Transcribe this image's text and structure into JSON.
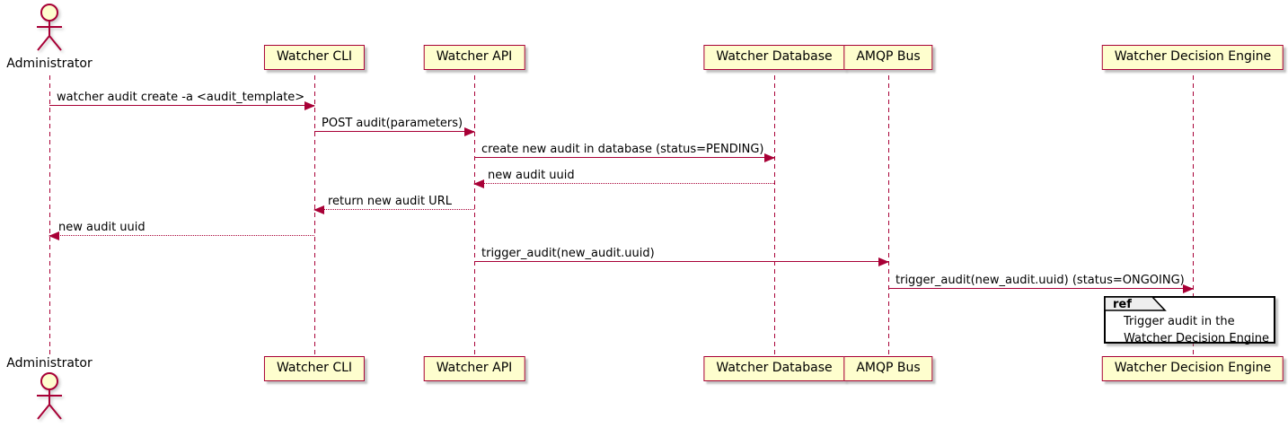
{
  "diagram_type": "uml-sequence",
  "colors": {
    "background": "#FFFFFF",
    "participant_fill": "#FEFECE",
    "stroke": "#A80036",
    "text": "#000000",
    "ref_border": "#000000",
    "ref_fill": "#FFFFFF",
    "ref_tab_fill": "#EEEEEE"
  },
  "actor": {
    "name": "Administrator"
  },
  "participants": [
    {
      "label": "Watcher CLI"
    },
    {
      "label": "Watcher API"
    },
    {
      "label": "Watcher Database"
    },
    {
      "label": "AMQP Bus"
    },
    {
      "label": "Watcher Decision Engine"
    }
  ],
  "messages": [
    {
      "from": "Administrator",
      "to": "Watcher CLI",
      "label": "watcher audit create -a <audit_template>",
      "line": "solid",
      "direction": "right"
    },
    {
      "from": "Watcher CLI",
      "to": "Watcher API",
      "label": "POST audit(parameters)",
      "line": "solid",
      "direction": "right"
    },
    {
      "from": "Watcher API",
      "to": "Watcher Database",
      "label": "create new audit in database (status=PENDING)",
      "line": "solid",
      "direction": "right"
    },
    {
      "from": "Watcher Database",
      "to": "Watcher API",
      "label": "new audit uuid",
      "line": "dotted",
      "direction": "left"
    },
    {
      "from": "Watcher API",
      "to": "Watcher CLI",
      "label": "return new audit URL",
      "line": "dotted",
      "direction": "left"
    },
    {
      "from": "Watcher CLI",
      "to": "Administrator",
      "label": "new audit uuid",
      "line": "dotted",
      "direction": "left"
    },
    {
      "from": "Watcher API",
      "to": "AMQP Bus",
      "label": "trigger_audit(new_audit.uuid)",
      "line": "solid",
      "direction": "right"
    },
    {
      "from": "AMQP Bus",
      "to": "Watcher Decision Engine",
      "label": "trigger_audit(new_audit.uuid) (status=ONGOING)",
      "line": "solid",
      "direction": "right"
    }
  ],
  "ref": {
    "keyword": "ref",
    "line1": "Trigger audit in the",
    "line2": "Watcher Decision Engine"
  }
}
